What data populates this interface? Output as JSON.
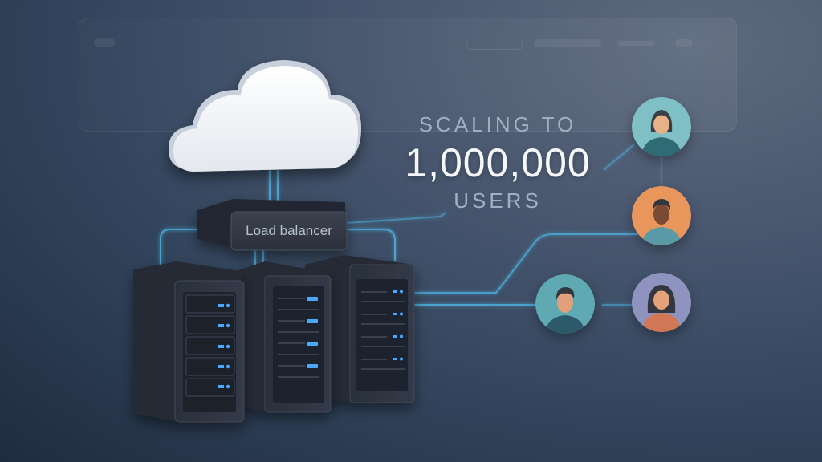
{
  "headline": {
    "pre": "SCALING TO",
    "number": "1,000,000",
    "post": "USERS"
  },
  "diagram": {
    "cloud": "cloud",
    "load_balancer_label": "Load balancer",
    "servers": [
      {
        "name": "server-1",
        "drive_bays": 5
      },
      {
        "name": "server-2",
        "drive_bays": 4
      },
      {
        "name": "server-3",
        "drive_bays": 4
      }
    ],
    "users": [
      {
        "name": "user-woman-teal",
        "bg": "#7fc0c6"
      },
      {
        "name": "user-man-orange",
        "bg": "#e9965c"
      },
      {
        "name": "user-man-teal",
        "bg": "#5fa9b3"
      },
      {
        "name": "user-woman-lavender",
        "bg": "#8f93c0"
      }
    ]
  },
  "colors": {
    "accent_line": "#4fb3e0",
    "server_body": "#2a2f3b",
    "led": "#4aa8ff"
  }
}
